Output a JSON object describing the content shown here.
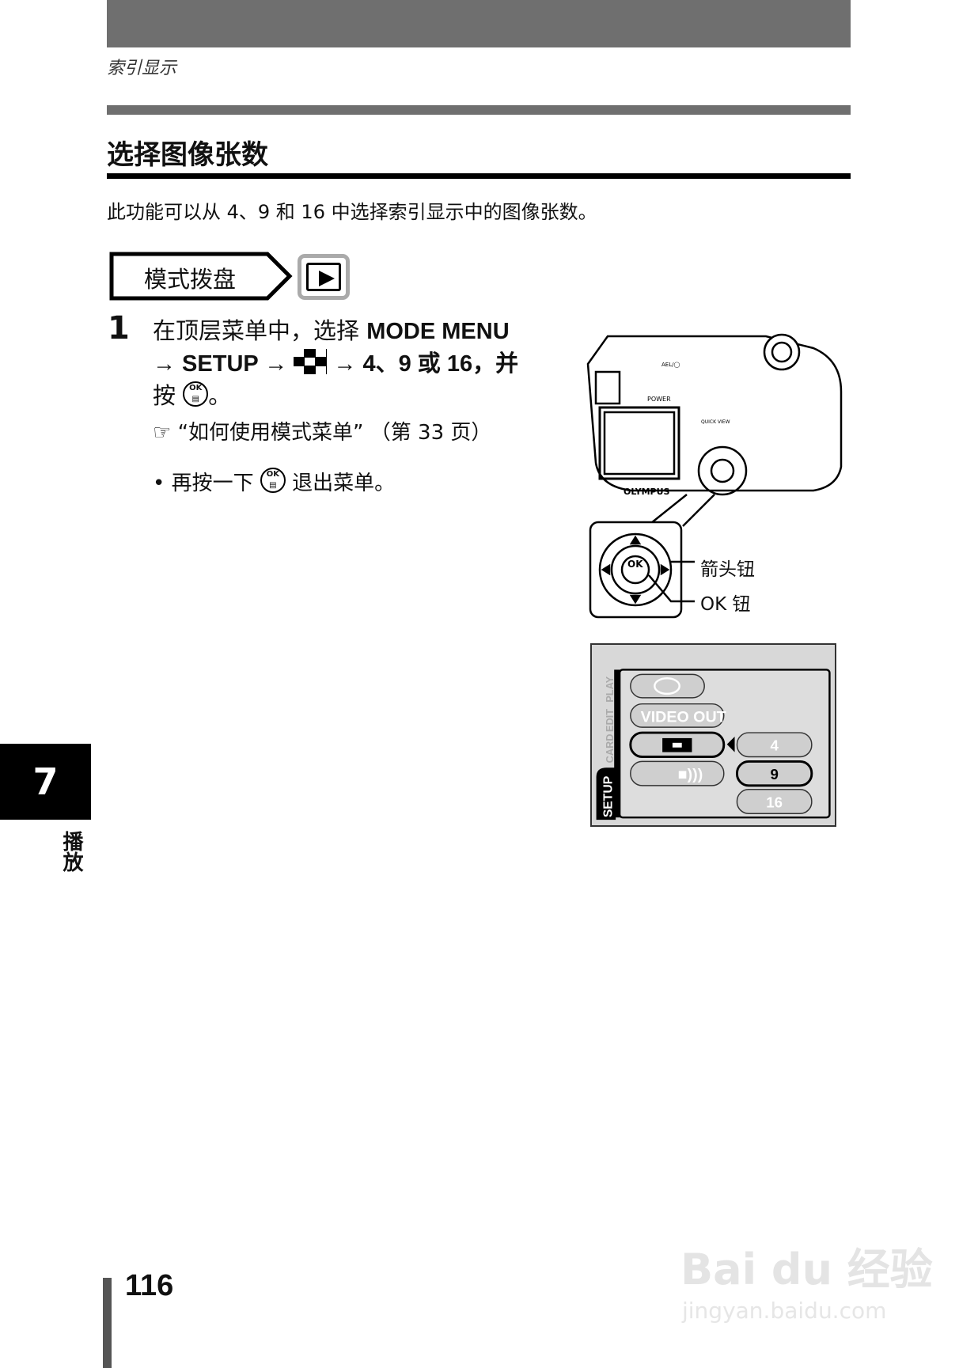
{
  "header": {
    "section": "索引显示"
  },
  "title": "选择图像张数",
  "intro": "此功能可以从 4、9 和 16 中选择索引显示中的图像张数。",
  "mode_dial": {
    "label": "模式拨盘",
    "mode_icon": "playback-icon"
  },
  "step": {
    "number": "1",
    "line1a": "在顶层菜单中，选择 ",
    "line1b": "MODE MENU",
    "line2a": "→ SETUP → ",
    "line2b": " → 4、9 或 16，并",
    "line3a": "按 ",
    "line3b": "。",
    "ok_icon": "OK",
    "ref_icon": "pointing-hand-icon",
    "ref": "“如何使用模式菜单” （第 33 页）",
    "bullet": "• 再按一下 ",
    "bullet_end": " 退出菜单。"
  },
  "camera": {
    "brand": "OLYMPUS",
    "power": "POWER",
    "quick_view": "QUICK VIEW",
    "ael": "AEL/◯",
    "ok": "OK",
    "arrow_label": "箭头钮",
    "ok_label": "OK 钮"
  },
  "menu": {
    "tabs": [
      "PLAY",
      "EDIT",
      "CARD",
      "SETUP"
    ],
    "items": [
      "clock-icon",
      "VIDEO OUT",
      "index-grid-icon",
      "beep-icon"
    ],
    "options": [
      "4",
      "9",
      "16"
    ],
    "selected_option": "9"
  },
  "side_tab": {
    "chapter": "7",
    "label": "播放"
  },
  "page_number": "116",
  "watermark": {
    "text": "Bai du 经验",
    "url": "jingyan.baidu.com"
  }
}
